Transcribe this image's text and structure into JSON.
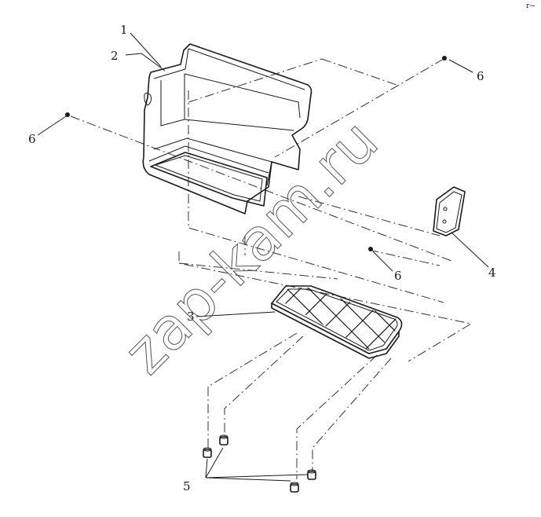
{
  "callouts": {
    "c1": "1",
    "c2": "2",
    "c3": "3",
    "c4": "4",
    "c5": "5",
    "c6_top_right": "6",
    "c6_left": "6",
    "c6_middle": "6"
  },
  "watermark": "zap-kam.ru",
  "corner_mark": "r~"
}
